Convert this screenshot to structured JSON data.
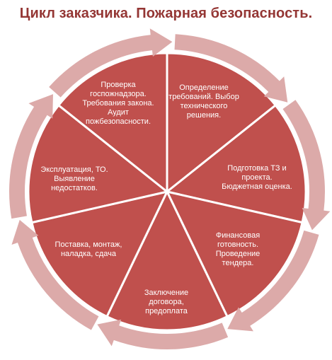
{
  "title": "Цикл заказчика. Пожарная безопасность.",
  "colors": {
    "title": "#943634",
    "segment": "#c0504d",
    "segment_border": "#ffffff",
    "arrow": "#dcaaa9"
  },
  "segments": [
    {
      "label": "Определение требований. Выбор технического решения."
    },
    {
      "label": "Подготовка ТЗ и проекта. Бюджетная оценка."
    },
    {
      "label": "Финансовая готовность. Проведение тендера."
    },
    {
      "label": "Заключение договора, предоплата"
    },
    {
      "label": "Поставка, монтаж, наладка, сдача"
    },
    {
      "label": "Эксплуатация, ТО. Выявление недостатков."
    },
    {
      "label": "Проверка госпожнадзора. Требования закона.  Аудит пожбезопасности."
    }
  ]
}
